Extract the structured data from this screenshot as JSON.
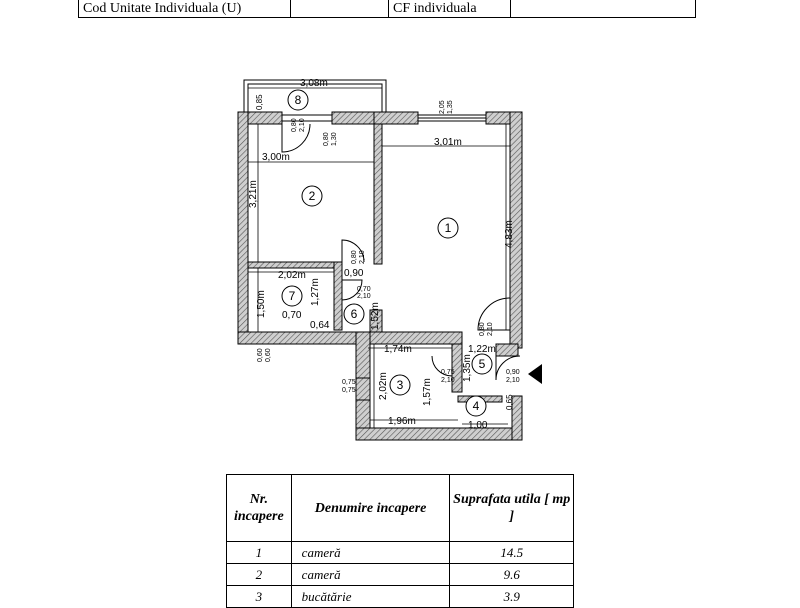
{
  "header": {
    "cod_label": "Cod Unitate Individuala (U)",
    "cf_label": "CF individuala"
  },
  "plan": {
    "room_numbers": [
      "1",
      "2",
      "3",
      "4",
      "5",
      "6",
      "7",
      "8"
    ],
    "dimensions": {
      "balcony_width": "3,08m",
      "balcony_depth": "0,85",
      "door_8_w": "0,80",
      "door_8_h": "2,10",
      "window_2_w": "0,80",
      "window_2_h": "1,30",
      "window_1_w": "2,05",
      "window_1_h": "1,35",
      "room2_width": "3,00m",
      "room1_width": "3,01m",
      "room2_height": "3,21m",
      "room1_height": "4,83m",
      "door_2_w": "0,80",
      "door_2_h": "2,10",
      "hall_0_90": "0,90",
      "room7_width": "2,02m",
      "room7_left": "1,50m",
      "room7_inner": "1,27m",
      "door_7_w": "0,70",
      "door_7_h": "2,10",
      "room6_height": "1,52m",
      "room7_0_70": "0,70",
      "room6_width": "0,64",
      "bottom_left_w": "0,60",
      "bottom_left_h": "0,60",
      "door_1_w": "0,80",
      "door_1_h": "2,10",
      "room3_top": "1,74m",
      "room5_width": "1,22m",
      "room3_height": "2,02m",
      "room5_height": "1,35m",
      "room3_inner": "1,57m",
      "win3_w": "0,75",
      "win3_h": "0,75",
      "door_3_w": "0,75",
      "door_3_h": "2,10",
      "entry_w": "0,90",
      "entry_h": "2,10",
      "room4_height": "0,65",
      "room3_bottom": "1,96m",
      "room4_width": "1,00"
    }
  },
  "room_table": {
    "headers": [
      "Nr. incapere",
      "Denumire incapere",
      "Suprafata utila [ mp ]"
    ],
    "rows": [
      {
        "nr": "1",
        "name": "cameră",
        "area": "14.5"
      },
      {
        "nr": "2",
        "name": "cameră",
        "area": "9.6"
      },
      {
        "nr": "3",
        "name": "bucătărie",
        "area": "3.9"
      }
    ]
  }
}
